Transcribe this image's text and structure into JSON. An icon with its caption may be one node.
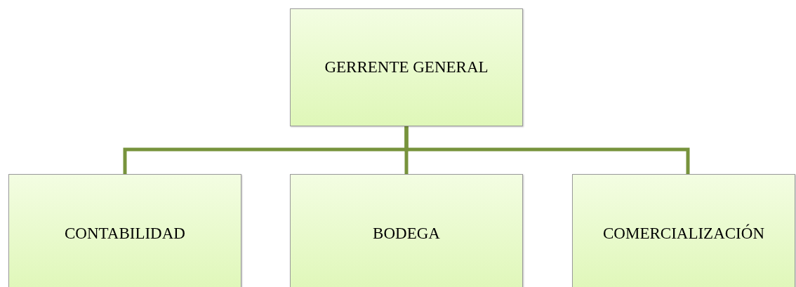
{
  "diagram": {
    "nodes": [
      {
        "text": [
          "GERRENTE GENERAL"
        ]
      },
      {
        "text": [
          "CONTABILIDAD"
        ]
      },
      {
        "text": [
          "BODEGA"
        ]
      },
      {
        "text": [
          "COMERCIALIZACIÓN"
        ]
      }
    ],
    "edges": [
      {
        "from": 0,
        "to": 1,
        "arrow": "none"
      },
      {
        "from": 0,
        "to": 2,
        "arrow": "none"
      },
      {
        "from": 0,
        "to": 3,
        "arrow": "none"
      }
    ]
  }
}
